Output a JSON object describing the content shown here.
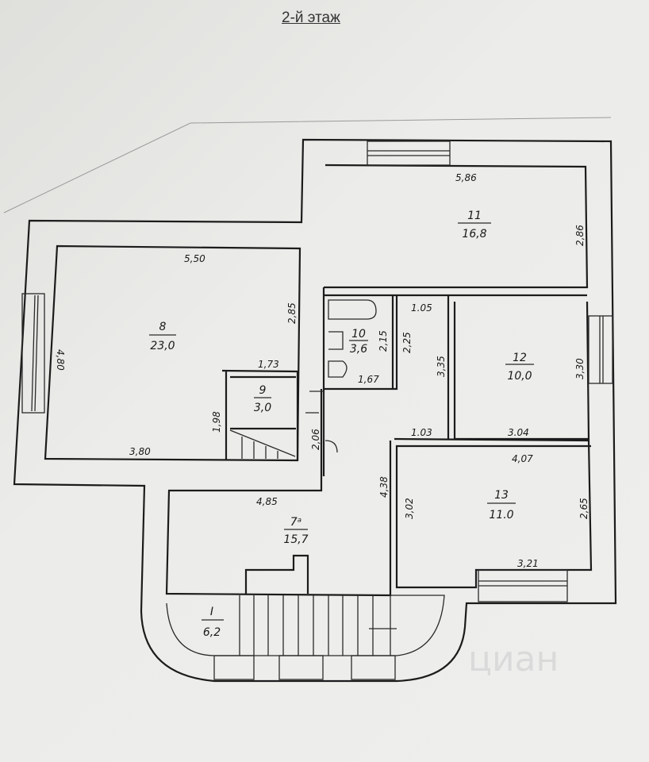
{
  "title": "2-й этаж",
  "rooms": [
    {
      "number": "8",
      "area": "23,0"
    },
    {
      "number": "9",
      "area": "3,0"
    },
    {
      "number": "10",
      "area": "3,6"
    },
    {
      "number": "11",
      "area": "16,8"
    },
    {
      "number": "12",
      "area": "10,0"
    },
    {
      "number": "13",
      "area": "11.0"
    },
    {
      "number": "7ᵃ",
      "area": "15,7"
    },
    {
      "number": "I",
      "area": "6,2"
    }
  ],
  "dimensions": {
    "r8_top": "5,50",
    "r8_right": "2,85",
    "r8_left": "4,80",
    "r8_bottom": "3,80",
    "r9_top": "1,73",
    "r9_left": "1,98",
    "r11_top": "5,86",
    "r11_right": "2,86",
    "corr_top": "1.05",
    "r10_a": "2,15",
    "r10_b": "2,25",
    "r10_bottom": "1,67",
    "corr_side": "3,35",
    "corr_bottom": "1.03",
    "r12_right": "3,30",
    "r12_bottom": "3.04",
    "door": "2,06",
    "r13_top": "4,07",
    "hall_side": "4,38",
    "r13_left": "3,02",
    "r13_right": "2,65",
    "r13_bottom": "3,21",
    "hall_top": "4,85"
  },
  "watermark": "циан"
}
